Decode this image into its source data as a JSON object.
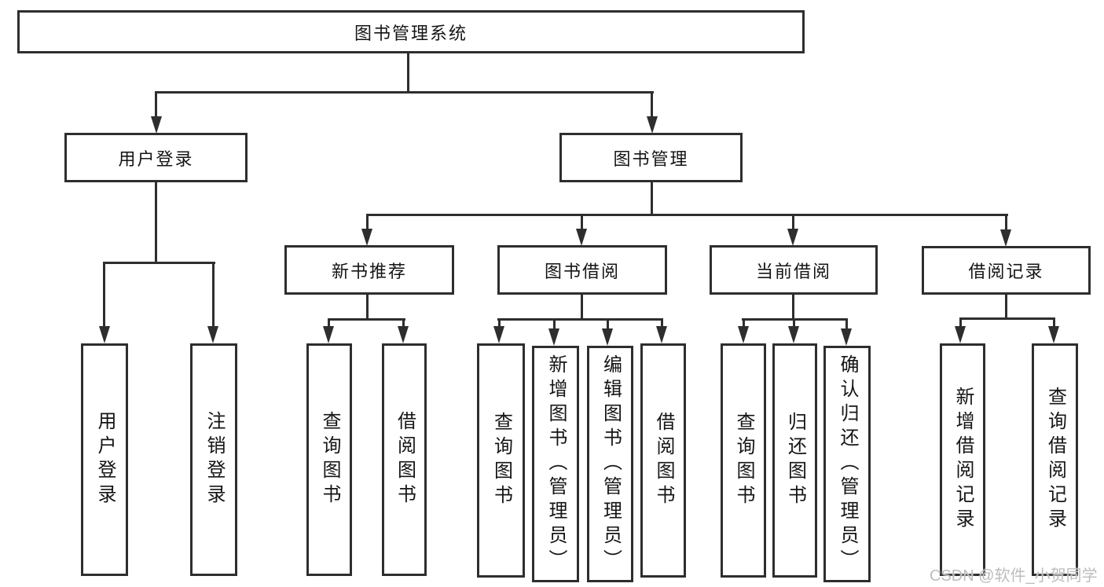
{
  "title": "图书管理系统",
  "nodes": {
    "root": "图书管理系统",
    "user_login": "用户登录",
    "book_mgmt": "图书管理",
    "new_book": "新书推荐",
    "book_borrow": "图书借阅",
    "current_borrow": "当前借阅",
    "borrow_record": "借阅记录",
    "leaf_user_login": "用户登录",
    "leaf_logout": "注销登录",
    "leaf_nb_query_book": "查询图书",
    "leaf_nb_borrow_book": "借阅图书",
    "leaf_bb_query_book": "查询图书",
    "leaf_bb_add_book": "新增图书（管理员）",
    "leaf_bb_edit_book": "编辑图书（管理员）",
    "leaf_bb_borrow_book": "借阅图书",
    "leaf_cb_query_book": "查询图书",
    "leaf_cb_return_book": "归还图书",
    "leaf_cb_confirm_return": "确认归还（管理员）",
    "leaf_br_add_record": "新增借阅记录",
    "leaf_br_query_record": "查询借阅记录"
  },
  "watermark": "CSDN @软件_小贺同学",
  "colors": {
    "line": "#2e2e2e",
    "text": "#151515",
    "background": "#ffffff",
    "watermark": "#bdbdbd"
  }
}
